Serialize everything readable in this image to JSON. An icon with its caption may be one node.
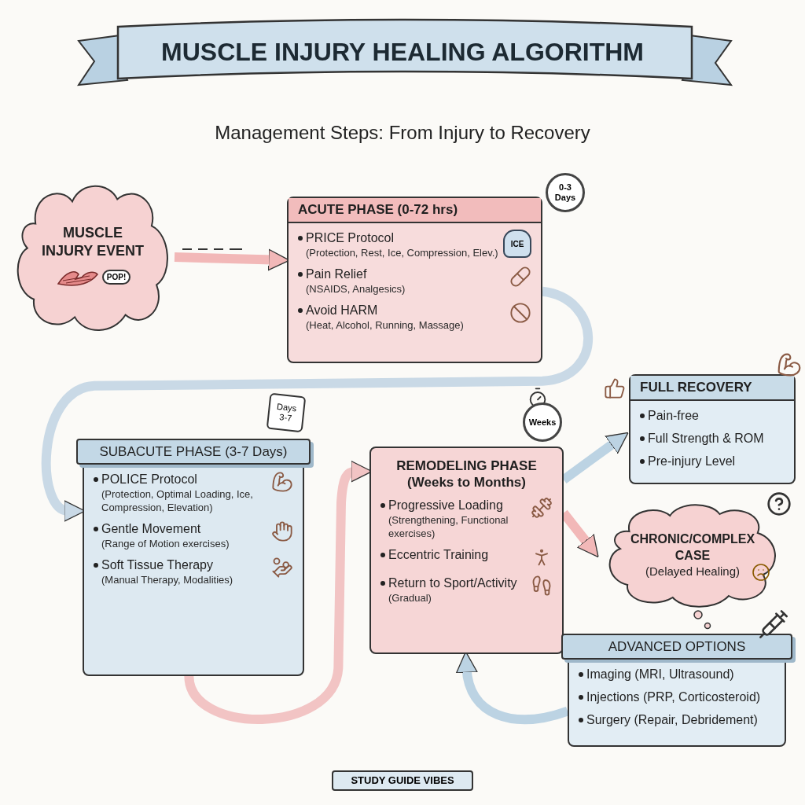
{
  "diagram": {
    "title": "MUSCLE INJURY HEALING ALGORITHM",
    "nodes": [
      {
        "text": [
          "MUSCLE INJURY EVENT"
        ]
      },
      {
        "text": [
          "ACUTE PHASE (0-72 hrs)",
          "PRICE Protocol",
          "(Protection, Rest, Ice, Compression, Elev.)",
          "Pain Relief",
          "(NSAIDS, Analgesics)",
          "Avoid HARM",
          "(Heat, Alcohol, Running, Massage)"
        ],
        "beside": [
          "0-3 Days"
        ]
      },
      {
        "text": [
          "SUBACUTE PHASE (3-7 Days)",
          "POLICE Protocol",
          "(Protection, Optimal Loading, Ice, Compression, Elevation)",
          "Gentle Movement",
          "(Range of Motion exercises)",
          "Soft Tissue Therapy",
          "(Manual Therapy, Modalities)"
        ],
        "beside": [
          "Days 3-7"
        ]
      },
      {
        "text": [
          "REMODELING PHASE (Weeks to Months)",
          "Progressive Loading",
          "(Strengthening, Functional exercises)",
          "Eccentric Training",
          "Return to Sport/Activity",
          "(Gradual)"
        ],
        "beside": [
          "Weeks"
        ]
      },
      {
        "text": [
          "FULL RECOVERY",
          "Pain-free",
          "Full Strength & ROM",
          "Pre-injury Level"
        ]
      },
      {
        "text": [
          "CHRONIC/COMPLEX CASE",
          "(Delayed Healing)"
        ]
      },
      {
        "text": [
          "ADVANCED OPTIONS",
          "Imaging (MRI, Ultrasound)",
          "Injections (PRP, Corticosteroid)",
          "Surgery (Repair, Debridement)"
        ]
      }
    ],
    "edges": [
      {
        "from": 0,
        "to": 1,
        "arrow": "to",
        "color": "#f2b8b8"
      },
      {
        "from": 1,
        "to": 2,
        "arrow": "to",
        "color": "#c9d9e6"
      },
      {
        "from": 2,
        "to": 3,
        "arrow": "to",
        "color": "#f2c4c4"
      },
      {
        "from": 3,
        "to": 4,
        "arrow": "to",
        "color": "#bcd3e3"
      },
      {
        "from": 3,
        "to": 5,
        "arrow": "to",
        "color": "#f2b8b8"
      },
      {
        "from": 6,
        "to": 3,
        "arrow": "to",
        "color": "#bcd3e3"
      }
    ],
    "labels": [
      "Management Steps: From Injury to Recovery",
      "POP!",
      "ICE",
      "STUDY GUIDE VIBES"
    ]
  }
}
